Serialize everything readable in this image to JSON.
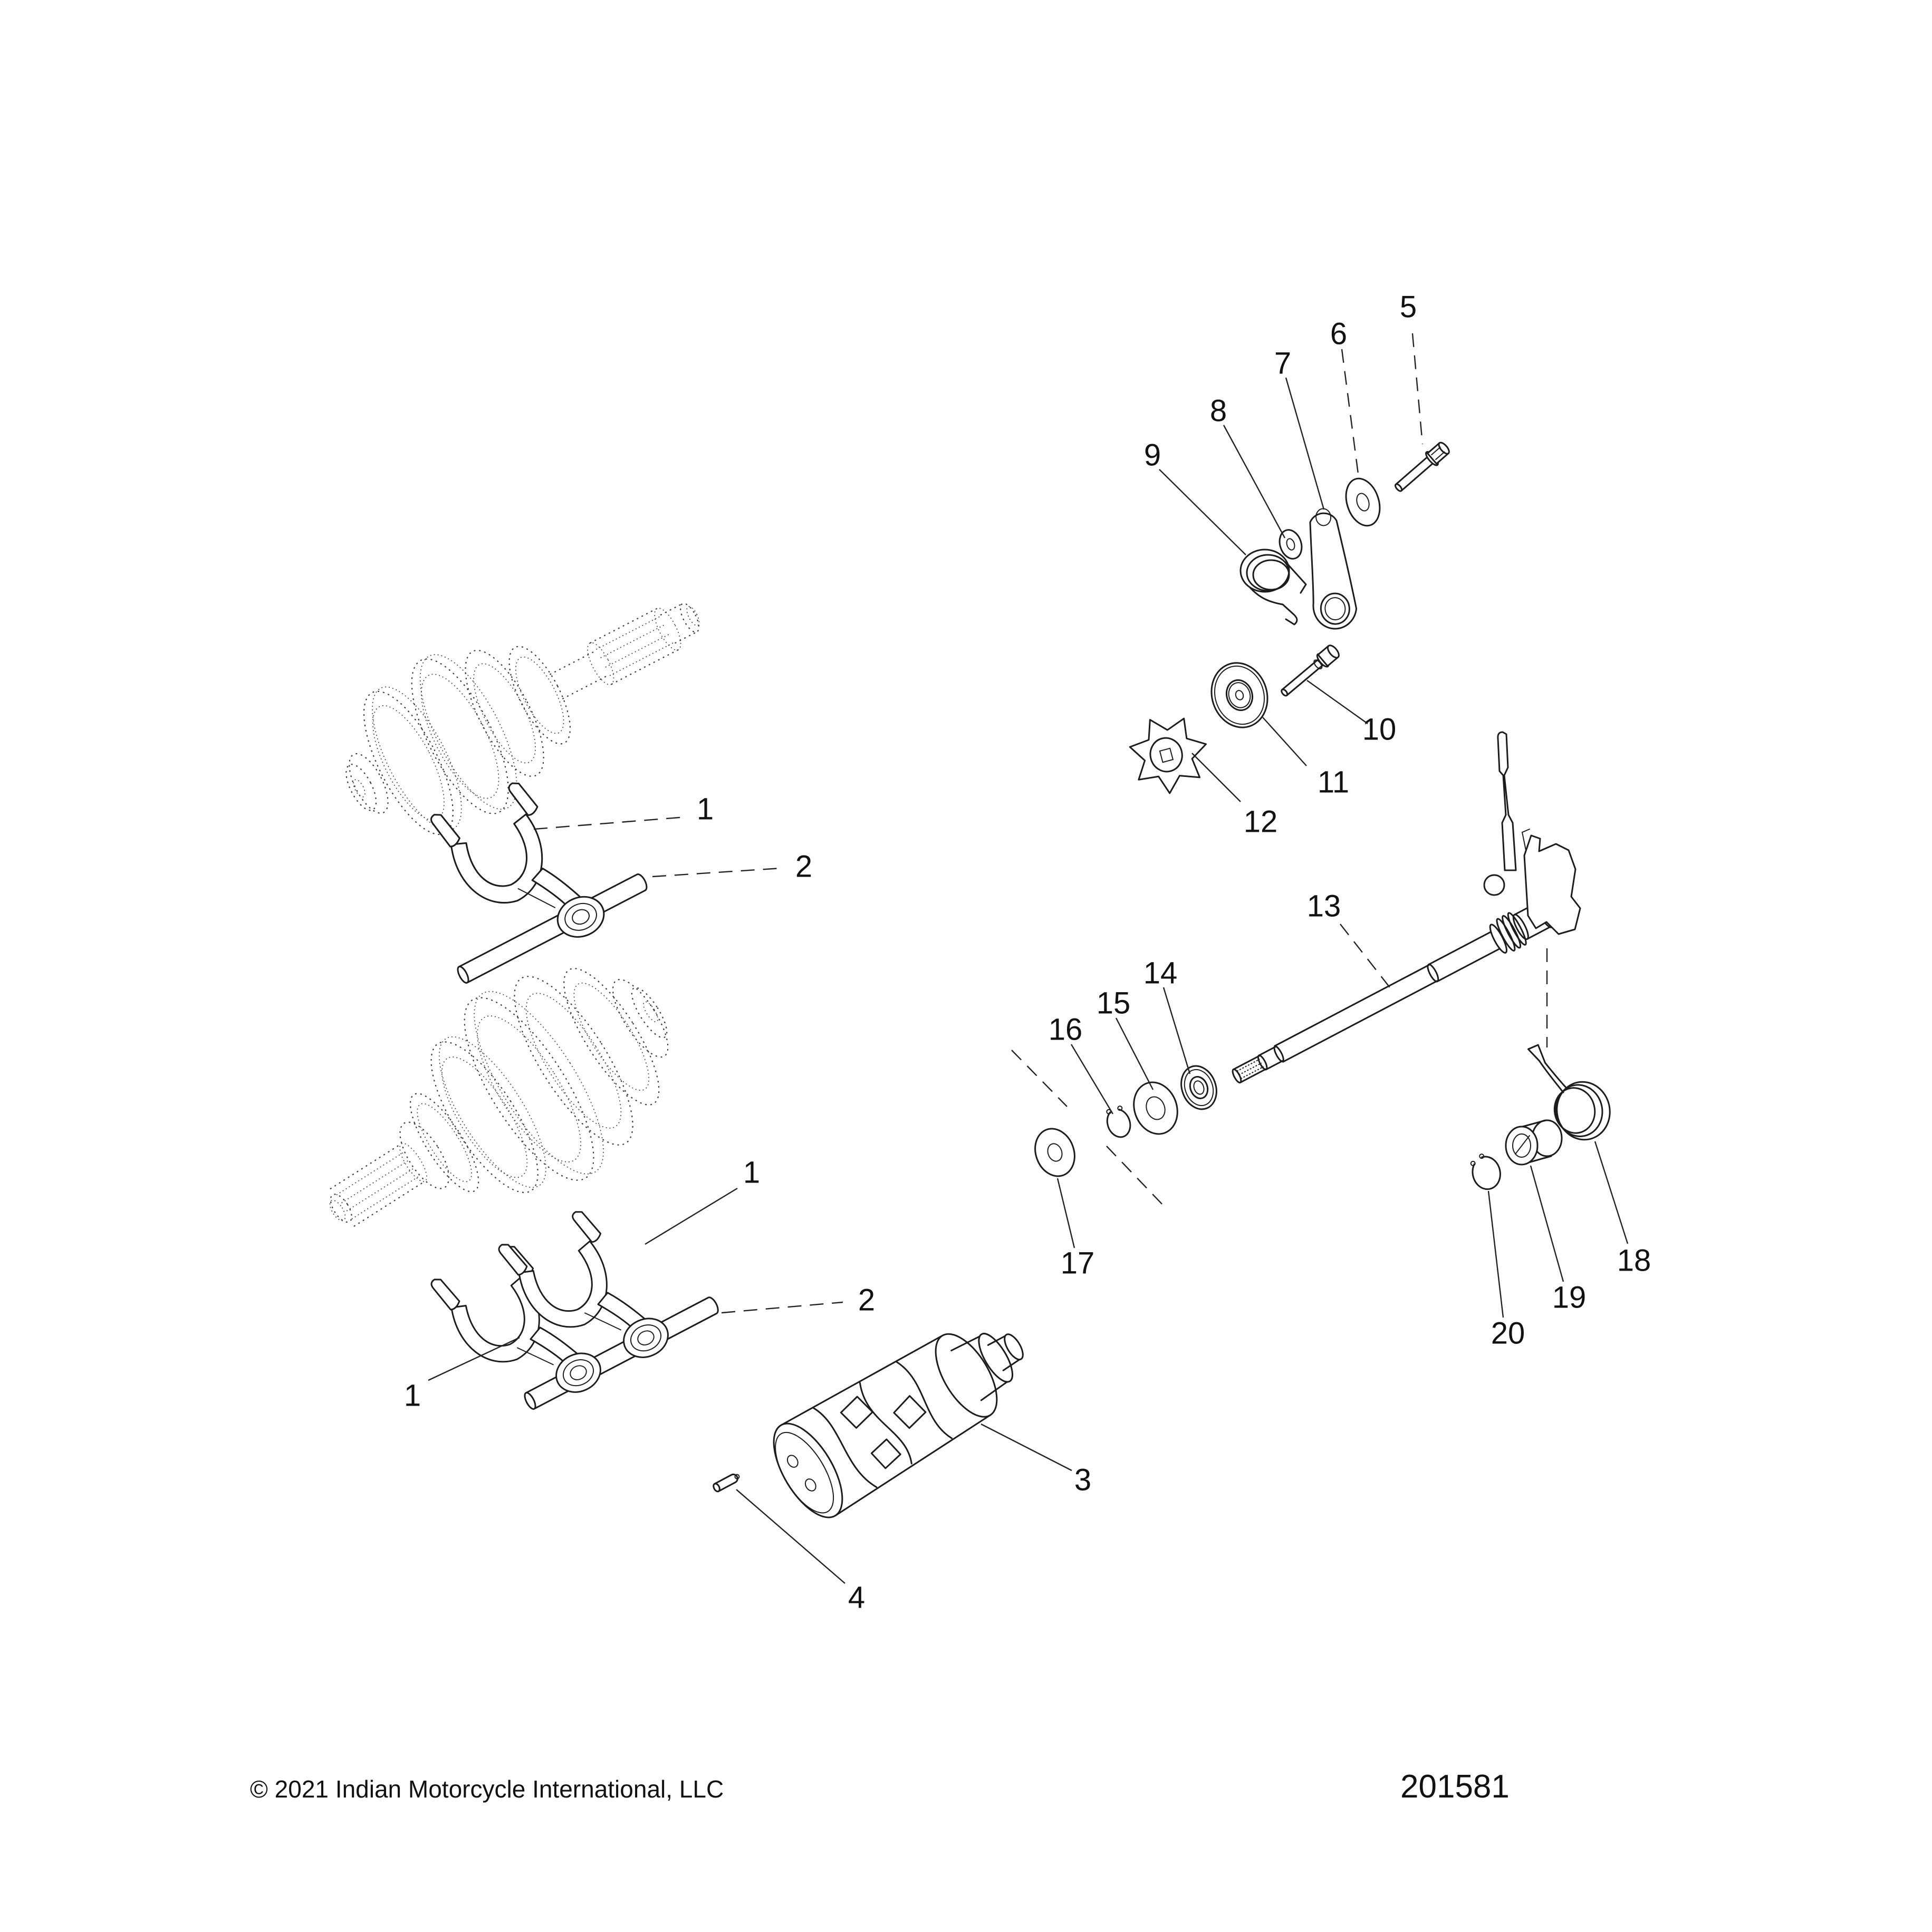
{
  "diagram": {
    "ink_color": "#1c1c1c",
    "background_color": "#ffffff",
    "callouts": [
      {
        "n": "1"
      },
      {
        "n": "2"
      },
      {
        "n": "1"
      },
      {
        "n": "1"
      },
      {
        "n": "2"
      },
      {
        "n": "3"
      },
      {
        "n": "4"
      },
      {
        "n": "5"
      },
      {
        "n": "6"
      },
      {
        "n": "7"
      },
      {
        "n": "8"
      },
      {
        "n": "9"
      },
      {
        "n": "10"
      },
      {
        "n": "11"
      },
      {
        "n": "12"
      },
      {
        "n": "13"
      },
      {
        "n": "14"
      },
      {
        "n": "15"
      },
      {
        "n": "16"
      },
      {
        "n": "17"
      },
      {
        "n": "18"
      },
      {
        "n": "19"
      },
      {
        "n": "20"
      }
    ],
    "footer": {
      "copyright": "© 2021 Indian Motorcycle International, LLC",
      "part_number": "201581"
    }
  }
}
